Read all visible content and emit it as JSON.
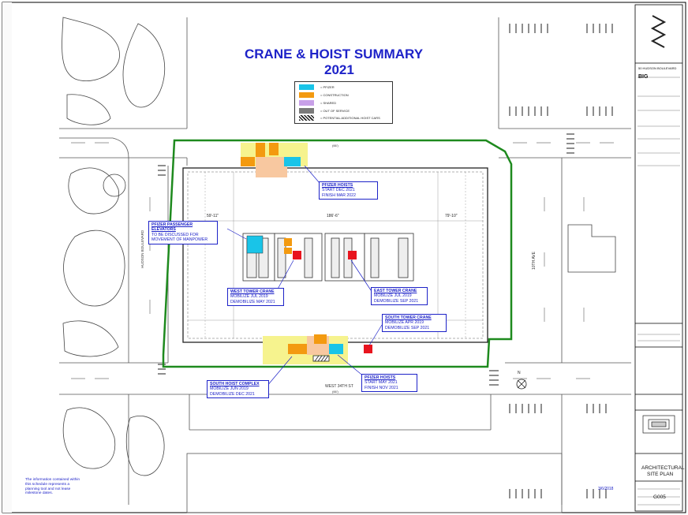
{
  "title": {
    "line1": "CRANE & HOIST SUMMARY",
    "line2": "2021"
  },
  "legend": {
    "items": [
      {
        "label": "= PFIZER",
        "color": "#19c4e8"
      },
      {
        "label": "= CONSTRUCTION",
        "color": "#f39a10"
      },
      {
        "label": "= SHARED",
        "color": "#c8a0e8"
      },
      {
        "label": "= OUT OF SERVICE",
        "color": "#7a7a7a"
      },
      {
        "label": "= POTENTIAL ADDITIONAL HOIST CARS",
        "color": "hatched"
      }
    ]
  },
  "callouts": {
    "pfizer_hoists_north": {
      "heading": "PFIZER HOISTS",
      "line1": "START DEC 2021",
      "line2": "FINISH MAR 2022"
    },
    "pfizer_elevators": {
      "heading": "PFIZER PASSENGER ELEVATORS",
      "line1": "TO BE DISCUSSED FOR",
      "line2": "MOVEMENT OF MANPOWER"
    },
    "west_tower_crane": {
      "heading": "WEST TOWER CRANE",
      "line1": "MOBILIZE JUL 2019",
      "line2": "DEMOBILIZE MAY 2021"
    },
    "east_tower_crane": {
      "heading": "EAST TOWER CRANE",
      "line1": "MOBILIZE JUL 2019",
      "line2": "DEMOBILIZE SEP 2021"
    },
    "south_tower_crane": {
      "heading": "SOUTH TOWER CRANE",
      "line1": "MOBILIZE APR 2019",
      "line2": "DEMOBILIZE SEP 2021"
    },
    "pfizer_hoists_south": {
      "heading": "PFIZER HOISTS",
      "line1": "START MAY 2021",
      "line2": "FINISH NOV 2021"
    },
    "south_hoist_complex": {
      "heading": "SOUTH HOIST COMPLEX",
      "line1": "MOBILIZE JUN 2019",
      "line2": "DEMOBILIZE DEC 2021"
    }
  },
  "streets": {
    "west": "HUDSON BOULEVARD",
    "east": "10TH AVE",
    "south": "WEST 34TH ST",
    "street_tag": "(66')"
  },
  "dimensions": {
    "left_span": "59'-11\"",
    "center_span": "186'-6\"",
    "right_span": "79'-10\""
  },
  "note": {
    "line1": "The information contained within",
    "line2": "this schedule represents a",
    "line3": "planning tool and not lease",
    "line4": "milestone dates."
  },
  "date": "3/6/2018",
  "compass": "N",
  "title_block": {
    "project": "50 HUDSON BOULEVARD",
    "logo": "BIG",
    "sheet_title_line1": "ARCHITECTURAL",
    "sheet_title_line2": "SITE PLAN",
    "sheet_number": "G005"
  },
  "colors": {
    "pfizer": "#19c4e8",
    "construction": "#f39a10",
    "shared": "#c8a0e8",
    "hoist_area": "#f6f38e",
    "crane": "#e8141e",
    "fence": "#1e8a1e",
    "title": "#1d22c8"
  }
}
